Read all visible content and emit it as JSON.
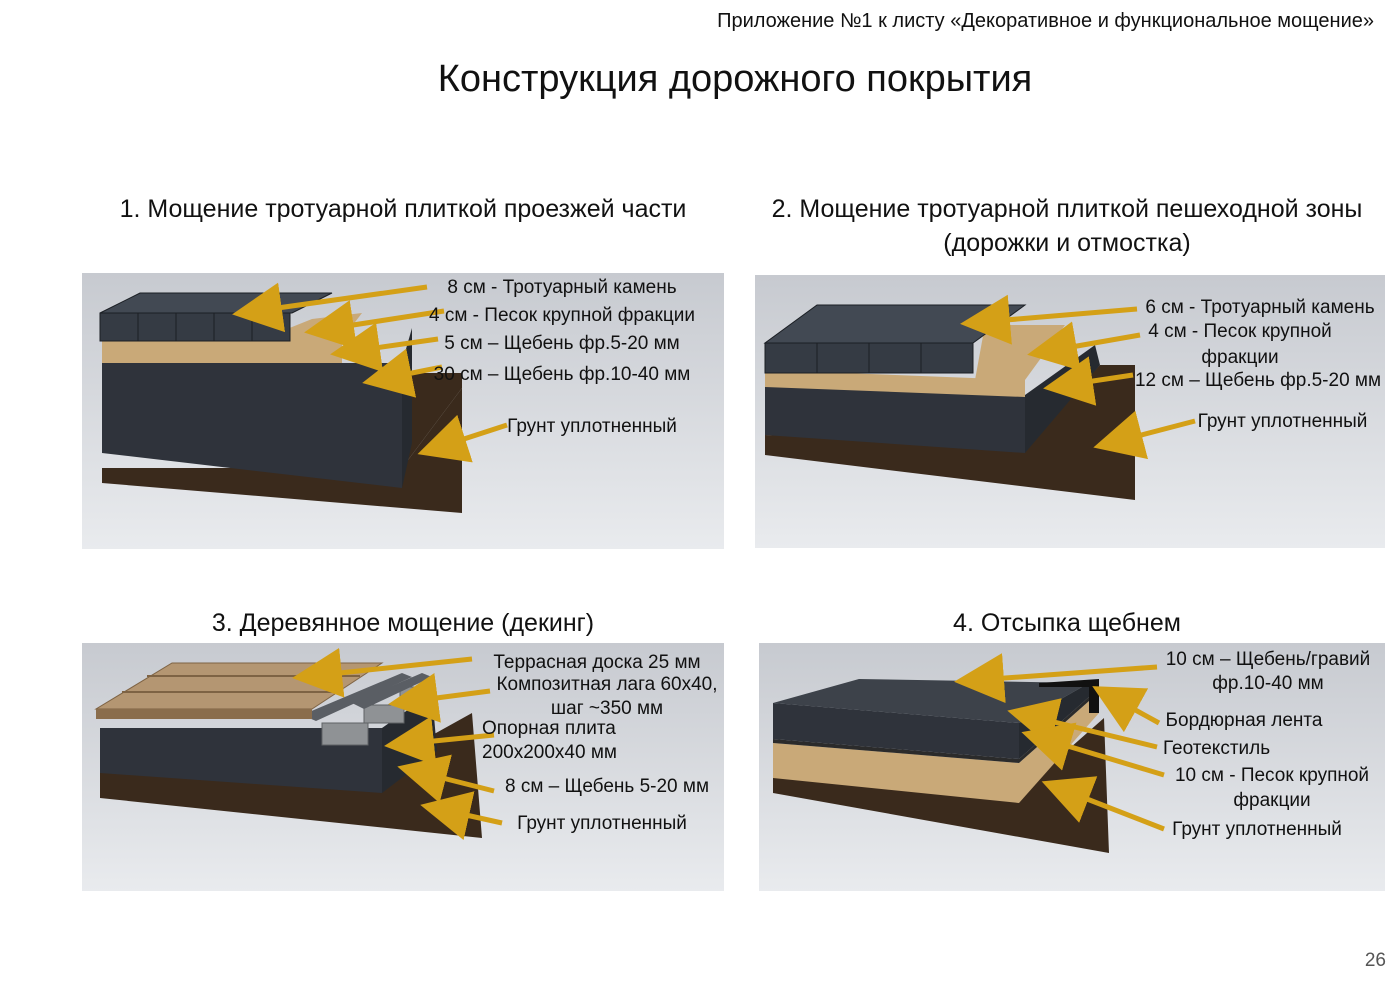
{
  "header": "Приложение №1 к листу «Декоративное и функциональное мощение»",
  "title": "Конструкция дорожного покрытия",
  "sections": [
    {
      "title": "1. Мощение тротуарной плиткой проезжей части",
      "labels": [
        "8 см - Тротуарный камень",
        "4 см - Песок крупной фракции",
        "5 см – Щебень фр.5-20 мм",
        "30 см – Щебень фр.10-40 мм",
        "Грунт уплотненный"
      ]
    },
    {
      "title_line1": "2. Мощение тротуарной плиткой пешеходной зоны",
      "title_line2": "(дорожки и отмостка)",
      "labels": [
        "6 см - Тротуарный камень",
        "4 см - Песок крупной",
        "фракции",
        "12 см – Щебень фр.5-20 мм",
        "Грунт уплотненный"
      ]
    },
    {
      "title": "3. Деревянное мощение (декинг)",
      "labels": [
        "Террасная доска 25 мм",
        "Композитная лага 60х40,",
        "шаг ~350 мм",
        "Опорная плита",
        "200х200х40 мм",
        "8 см – Щебень 5-20 мм",
        "Грунт уплотненный"
      ]
    },
    {
      "title": "4. Отсыпка щебнем",
      "labels": [
        "10 см – Щебень/гравий",
        "фр.10-40 мм",
        "Бордюрная лента",
        "Геотекстиль",
        "10 см - Песок крупной",
        "фракции",
        "Грунт уплотненный"
      ]
    }
  ],
  "page_number": "26",
  "colors": {
    "arrow": "#d4a017",
    "gravel": "#2f333b",
    "sand": "#c9a978",
    "soil": "#3a2a1c",
    "paver": "#353b44",
    "wood": "#b49672",
    "ground": "#e4e6ea"
  }
}
